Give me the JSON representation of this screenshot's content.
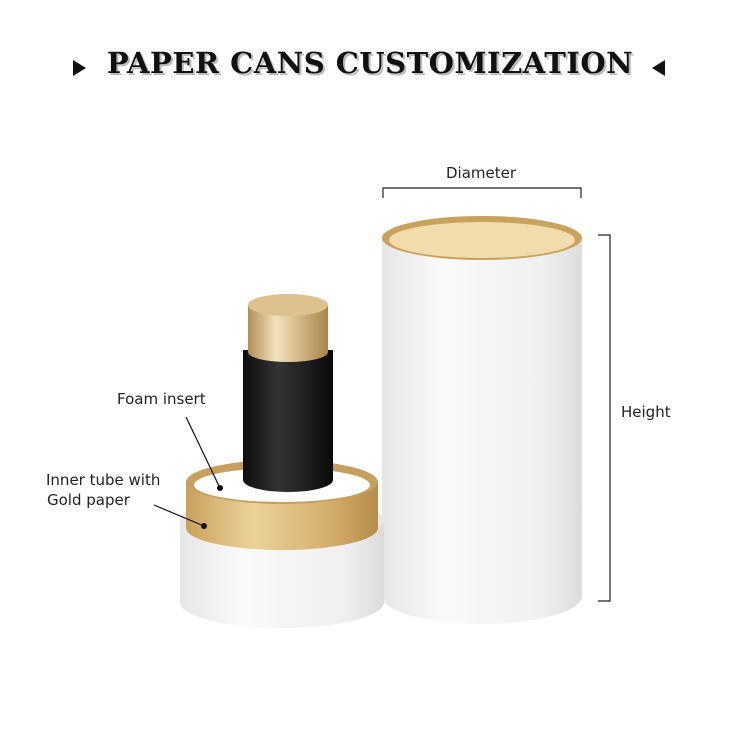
{
  "title": "PAPER CANS CUSTOMIZATION",
  "labels": {
    "diameter": "Diameter",
    "height": "Height",
    "foam_insert": "Foam insert",
    "inner_tube_line1": "Inner tube with",
    "inner_tube_line2": "Gold paper"
  },
  "colors": {
    "gold": "#d4b06a",
    "gold_light": "#f1dcae",
    "black_bottle": "#1a1a1a",
    "white_can": "#f4f4f4"
  }
}
